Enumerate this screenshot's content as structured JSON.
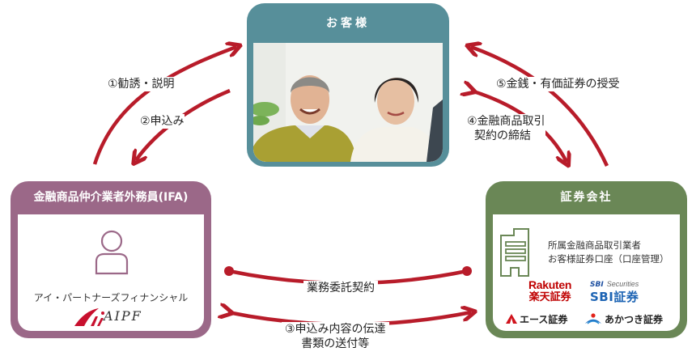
{
  "colors": {
    "arrow_red": "#b81c2a",
    "customer_teal": "#578f9a",
    "ifa_purple": "#9b6888",
    "securities_green": "#6a8756"
  },
  "customer": {
    "title": "お客様",
    "photo_alt": "smiling senior couple"
  },
  "ifa": {
    "title": "金融商品仲介業者外務員(IFA)",
    "icon": "person-icon",
    "company_name": "アイ・パートナーズフィナンシャル",
    "logo_text": "AIPF"
  },
  "securities": {
    "title": "証券会社",
    "icon": "building-icon",
    "line1": "所属金融商品取引業者",
    "line2": "お客様証券口座（口座管理）",
    "logos": {
      "rakuten_en": "Rakuten",
      "rakuten_ja": "楽天証券",
      "sbi_small": "SBI",
      "sbi_securities": "Securities",
      "sbi_ja": "SBI証券",
      "ace": "エース証券",
      "akatsuki": "あかつき証券"
    }
  },
  "flows": {
    "step1": "①勧誘・説明",
    "step2": "②申込み",
    "step3_line1": "③申込み内容の伝達",
    "step3_line2": "書類の送付等",
    "step4_line1": "④金融商品取引",
    "step4_line2": "契約の締結",
    "step5": "⑤金銭・有価証券の授受",
    "contract": "業務委託契約"
  }
}
